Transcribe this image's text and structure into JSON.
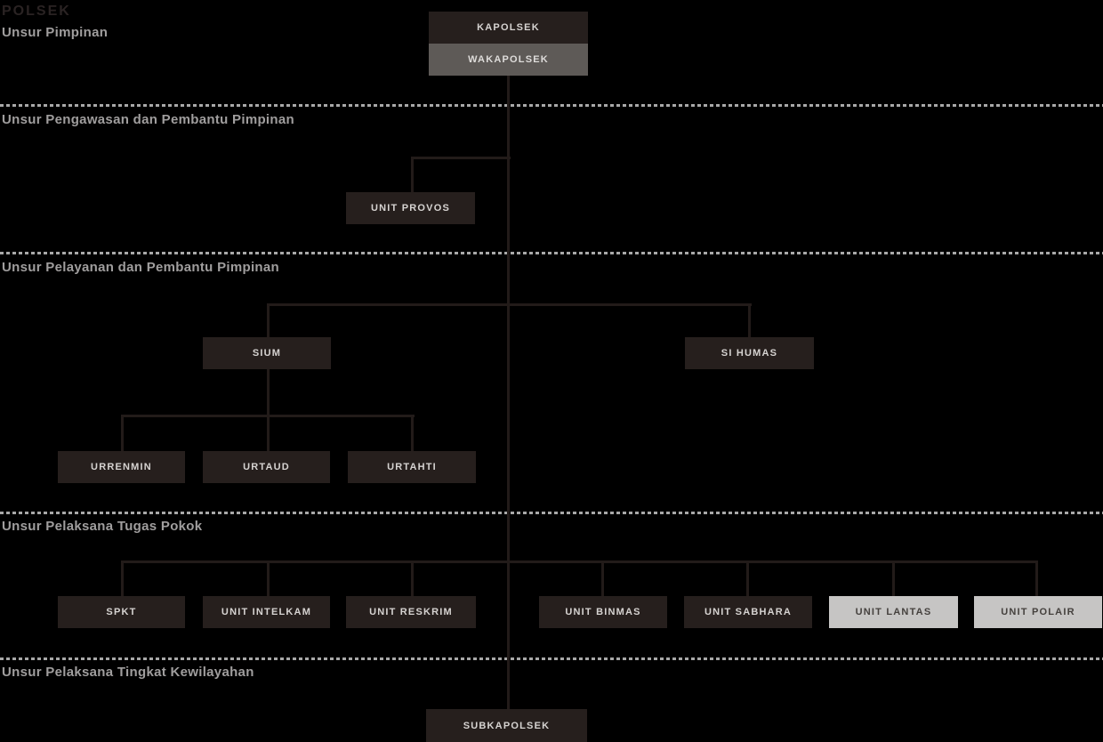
{
  "page_title": "POLSEK",
  "sections": [
    {
      "id": "unsur-pimpinan",
      "label": "Unsur Pimpinan"
    },
    {
      "id": "unsur-pengawasan-dan-pembantu-pimpinan",
      "label": "Unsur Pengawasan dan Pembantu Pimpinan"
    },
    {
      "id": "unsur-pelayanan-dan-pembantu-pimpinan",
      "label": "Unsur Pelayanan dan Pembantu Pimpinan"
    },
    {
      "id": "unsur-pelaksana-tugas-pokok",
      "label": "Unsur Pelaksana Tugas Pokok"
    },
    {
      "id": "unsur-pelaksana-tingkat-kewilayahan",
      "label": "Unsur Pelaksana Tingkat Kewilayahan"
    }
  ],
  "nodes": {
    "kapolsek": {
      "label": "KAPOLSEK",
      "variant": "dark",
      "section": "Unsur Pimpinan"
    },
    "wakapolsek": {
      "label": "WAKAPOLSEK",
      "variant": "gray",
      "section": "Unsur Pimpinan"
    },
    "unit_provos": {
      "label": "UNIT PROVOS",
      "variant": "dark",
      "section": "Unsur Pengawasan dan Pembantu Pimpinan"
    },
    "sium": {
      "label": "SIUM",
      "variant": "dark",
      "section": "Unsur Pelayanan dan Pembantu Pimpinan"
    },
    "si_humas": {
      "label": "SI HUMAS",
      "variant": "dark",
      "section": "Unsur Pelayanan dan Pembantu Pimpinan"
    },
    "urrenmin": {
      "label": "URRENMIN",
      "variant": "dark",
      "section": "Unsur Pelayanan dan Pembantu Pimpinan"
    },
    "urtaud": {
      "label": "URTAUD",
      "variant": "dark",
      "section": "Unsur Pelayanan dan Pembantu Pimpinan"
    },
    "urtahti": {
      "label": "URTAHTI",
      "variant": "dark",
      "section": "Unsur Pelayanan dan Pembantu Pimpinan"
    },
    "spkt": {
      "label": "SPKT",
      "variant": "dark",
      "section": "Unsur Pelaksana Tugas Pokok"
    },
    "unit_intelkam": {
      "label": "UNIT INTELKAM",
      "variant": "dark",
      "section": "Unsur Pelaksana Tugas Pokok"
    },
    "unit_reskrim": {
      "label": "UNIT RESKRIM",
      "variant": "dark",
      "section": "Unsur Pelaksana Tugas Pokok"
    },
    "unit_binmas": {
      "label": "UNIT BINMAS",
      "variant": "dark",
      "section": "Unsur Pelaksana Tugas Pokok"
    },
    "unit_sabhara": {
      "label": "UNIT SABHARA",
      "variant": "dark",
      "section": "Unsur Pelaksana Tugas Pokok"
    },
    "unit_lantas": {
      "label": "UNIT LANTAS",
      "variant": "light",
      "section": "Unsur Pelaksana Tugas Pokok"
    },
    "unit_polair": {
      "label": "UNIT POLAIR",
      "variant": "light",
      "section": "Unsur Pelaksana Tugas Pokok"
    },
    "subkapolsek": {
      "label": "SUBKAPOLSEK",
      "variant": "dark",
      "section": "Unsur Pelaksana Tingkat Kewilayahan"
    }
  },
  "edges": [
    {
      "from": "kapolsek",
      "to": "wakapolsek"
    },
    {
      "from": "wakapolsek",
      "to": "unit_provos"
    },
    {
      "from": "wakapolsek",
      "to": "sium"
    },
    {
      "from": "wakapolsek",
      "to": "si_humas"
    },
    {
      "from": "sium",
      "to": "urrenmin"
    },
    {
      "from": "sium",
      "to": "urtaud"
    },
    {
      "from": "sium",
      "to": "urtahti"
    },
    {
      "from": "wakapolsek",
      "to": "spkt"
    },
    {
      "from": "wakapolsek",
      "to": "unit_intelkam"
    },
    {
      "from": "wakapolsek",
      "to": "unit_reskrim"
    },
    {
      "from": "wakapolsek",
      "to": "unit_binmas"
    },
    {
      "from": "wakapolsek",
      "to": "unit_sabhara"
    },
    {
      "from": "wakapolsek",
      "to": "unit_lantas"
    },
    {
      "from": "wakapolsek",
      "to": "unit_polair"
    },
    {
      "from": "wakapolsek",
      "to": "subkapolsek"
    }
  ],
  "colors": {
    "background": "#000000",
    "box_dark": "#261f1d",
    "box_gray": "#5e5a57",
    "box_light": "#c6c5c4",
    "box_dark_text": "#d6d3d1",
    "box_light_text": "#45413e",
    "connector_line": "#221b19",
    "section_header_text": "#a09e9e",
    "page_title_text": "#2a2323",
    "divider_dash": "#a8a8a8"
  }
}
